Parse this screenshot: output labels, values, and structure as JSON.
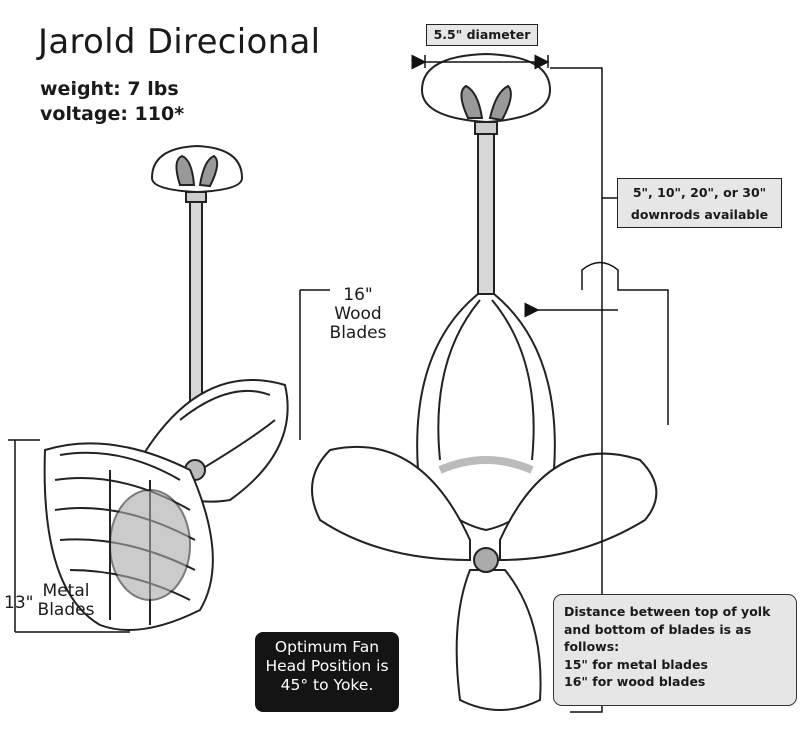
{
  "product": {
    "title": "Jarold Direcional",
    "weight": "weight: 7 lbs",
    "voltage": "voltage: 110*"
  },
  "dimensions": {
    "canopy_diameter": "5.5\" diameter",
    "downrods": [
      "5\", 10\", 20\", or 30\"",
      "downrods available"
    ],
    "wood_blades": [
      "16\"",
      "Wood",
      "Blades"
    ],
    "metal_blades_size": "13\"",
    "metal_blades_label": [
      "Metal",
      "Blades"
    ]
  },
  "notes": {
    "optimum": [
      "Optimum Fan",
      "Head Position is",
      "45° to Yoke."
    ],
    "distance": [
      "Distance between top of yolk",
      "and bottom of blades is as follows:",
      "15\" for metal blades",
      "16\" for wood blades"
    ]
  }
}
